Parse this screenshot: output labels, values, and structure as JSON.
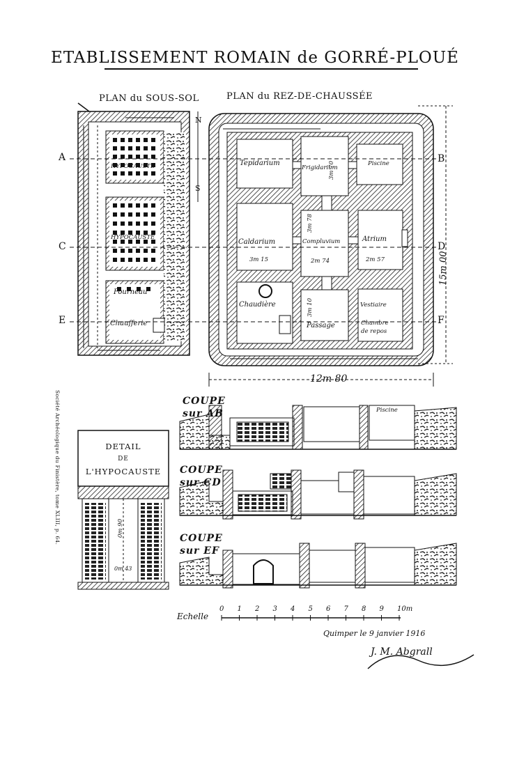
{
  "title": "ETABLISSEMENT ROMAIN de GORRÉ-PLOUÉ",
  "plans": {
    "basement_title": "PLAN du SOUS-SOL",
    "ground_title": "PLAN du REZ-DE-CHAUSSÉE"
  },
  "basement_rooms": {
    "hypocauste_1": "HYPOCAUSTE",
    "hypocauste_2": "HYPOCAUSTE",
    "fourneau": "Fourneau",
    "chaufferie": "Chaufferie"
  },
  "ground_rooms": {
    "tepidarium": "Tepidarium",
    "frigidarium": "Frigidarium",
    "piscine": "Piscine",
    "caldarium": "Caldarium",
    "compluvium": "Compluvium",
    "atrium": "Atrium",
    "chaudiere": "Chaudière",
    "passage": "Passage",
    "vestiaire": "Vestiaire",
    "chambre_line1": "Chambre",
    "chambre_line2": "de repos"
  },
  "dimensions": {
    "frigidarium": "3m 70",
    "compluvium_v": "3m 78",
    "caldarium": "3m 15",
    "compluvium_h": "2m 74",
    "atrium": "2m 57",
    "passage": "3m 10",
    "total_width": "12m 80",
    "total_height": "15m 00"
  },
  "section_letters": {
    "A": "A",
    "B": "B",
    "C": "C",
    "D": "D",
    "E": "E",
    "F": "F",
    "N": "N",
    "S": "S"
  },
  "sections": {
    "ab_line1": "COUPE",
    "ab_line2": "sur AB",
    "cd_line1": "COUPE",
    "cd_line2": "sur CD",
    "ef_line1": "COUPE",
    "ef_line2": "sur EF",
    "ab_piscine": "Piscine"
  },
  "detail": {
    "line1": "DETAIL",
    "line2": "DE",
    "line3": "L'HYPOCAUSTE",
    "dim_height": "0m 90",
    "dim_small": "0m 43"
  },
  "side_note": "Société Archéologique du Finistère, tome XLIII, p. 64.",
  "scale": {
    "label": "Echelle",
    "ticks": [
      "0",
      "1",
      "2",
      "3",
      "4",
      "5",
      "6",
      "7",
      "8",
      "9",
      "10m"
    ]
  },
  "signature": {
    "place_date": "Quimper le 9 janvier 1916",
    "name": "J. M. Abgrall"
  }
}
